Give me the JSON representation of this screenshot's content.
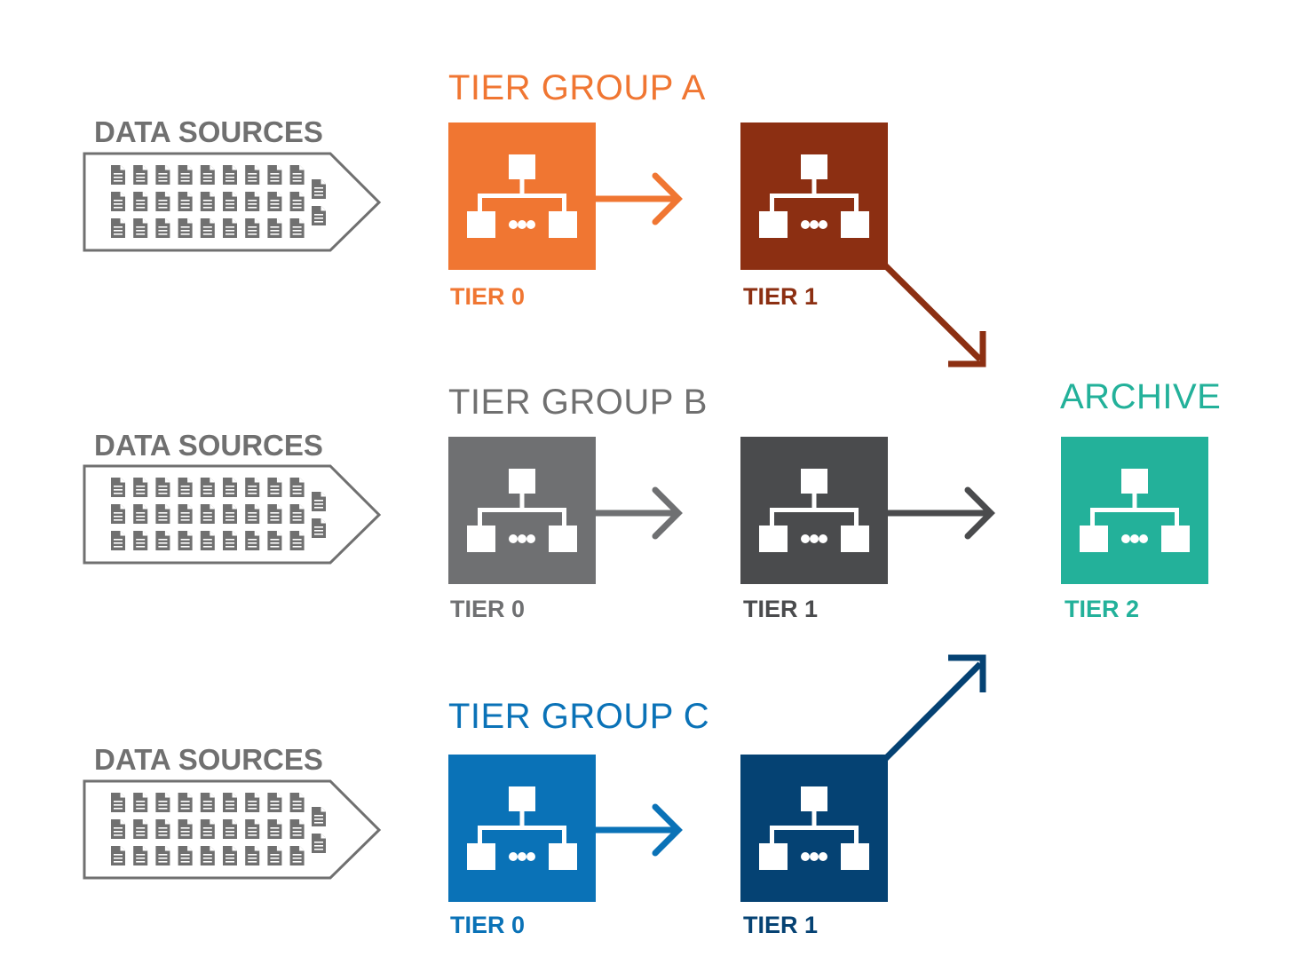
{
  "groups": [
    {
      "title": "TIER GROUP A",
      "title_color": "#f07632",
      "source_label": "DATA SOURCES",
      "tier0": {
        "label": "TIER 0",
        "color": "#f07632",
        "icon": "hierarchy-icon"
      },
      "tier1": {
        "label": "TIER 1",
        "color": "#8c2f12",
        "icon": "hierarchy-icon"
      },
      "arrow0_color": "#f07632",
      "arrow1_color": "#8c2f12"
    },
    {
      "title": "TIER GROUP B",
      "title_color": "#707070",
      "source_label": "DATA SOURCES",
      "tier0": {
        "label": "TIER 0",
        "color": "#6f7072",
        "icon": "hierarchy-icon"
      },
      "tier1": {
        "label": "TIER 1",
        "color": "#4a4b4d",
        "icon": "hierarchy-icon"
      },
      "arrow0_color": "#6f7072",
      "arrow1_color": "#4a4b4d"
    },
    {
      "title": "TIER GROUP C",
      "title_color": "#0a72b7",
      "source_label": "DATA SOURCES",
      "tier0": {
        "label": "TIER 0",
        "color": "#0a72b7",
        "icon": "hierarchy-icon"
      },
      "tier1": {
        "label": "TIER 1",
        "color": "#054273",
        "icon": "hierarchy-icon"
      },
      "arrow0_color": "#0a72b7",
      "arrow1_color": "#054273"
    }
  ],
  "archive": {
    "title": "ARCHIVE",
    "label": "TIER 2",
    "color": "#23b19a",
    "icon": "hierarchy-icon"
  },
  "document_icon": "document-icon",
  "source_outline_color": "#707070"
}
